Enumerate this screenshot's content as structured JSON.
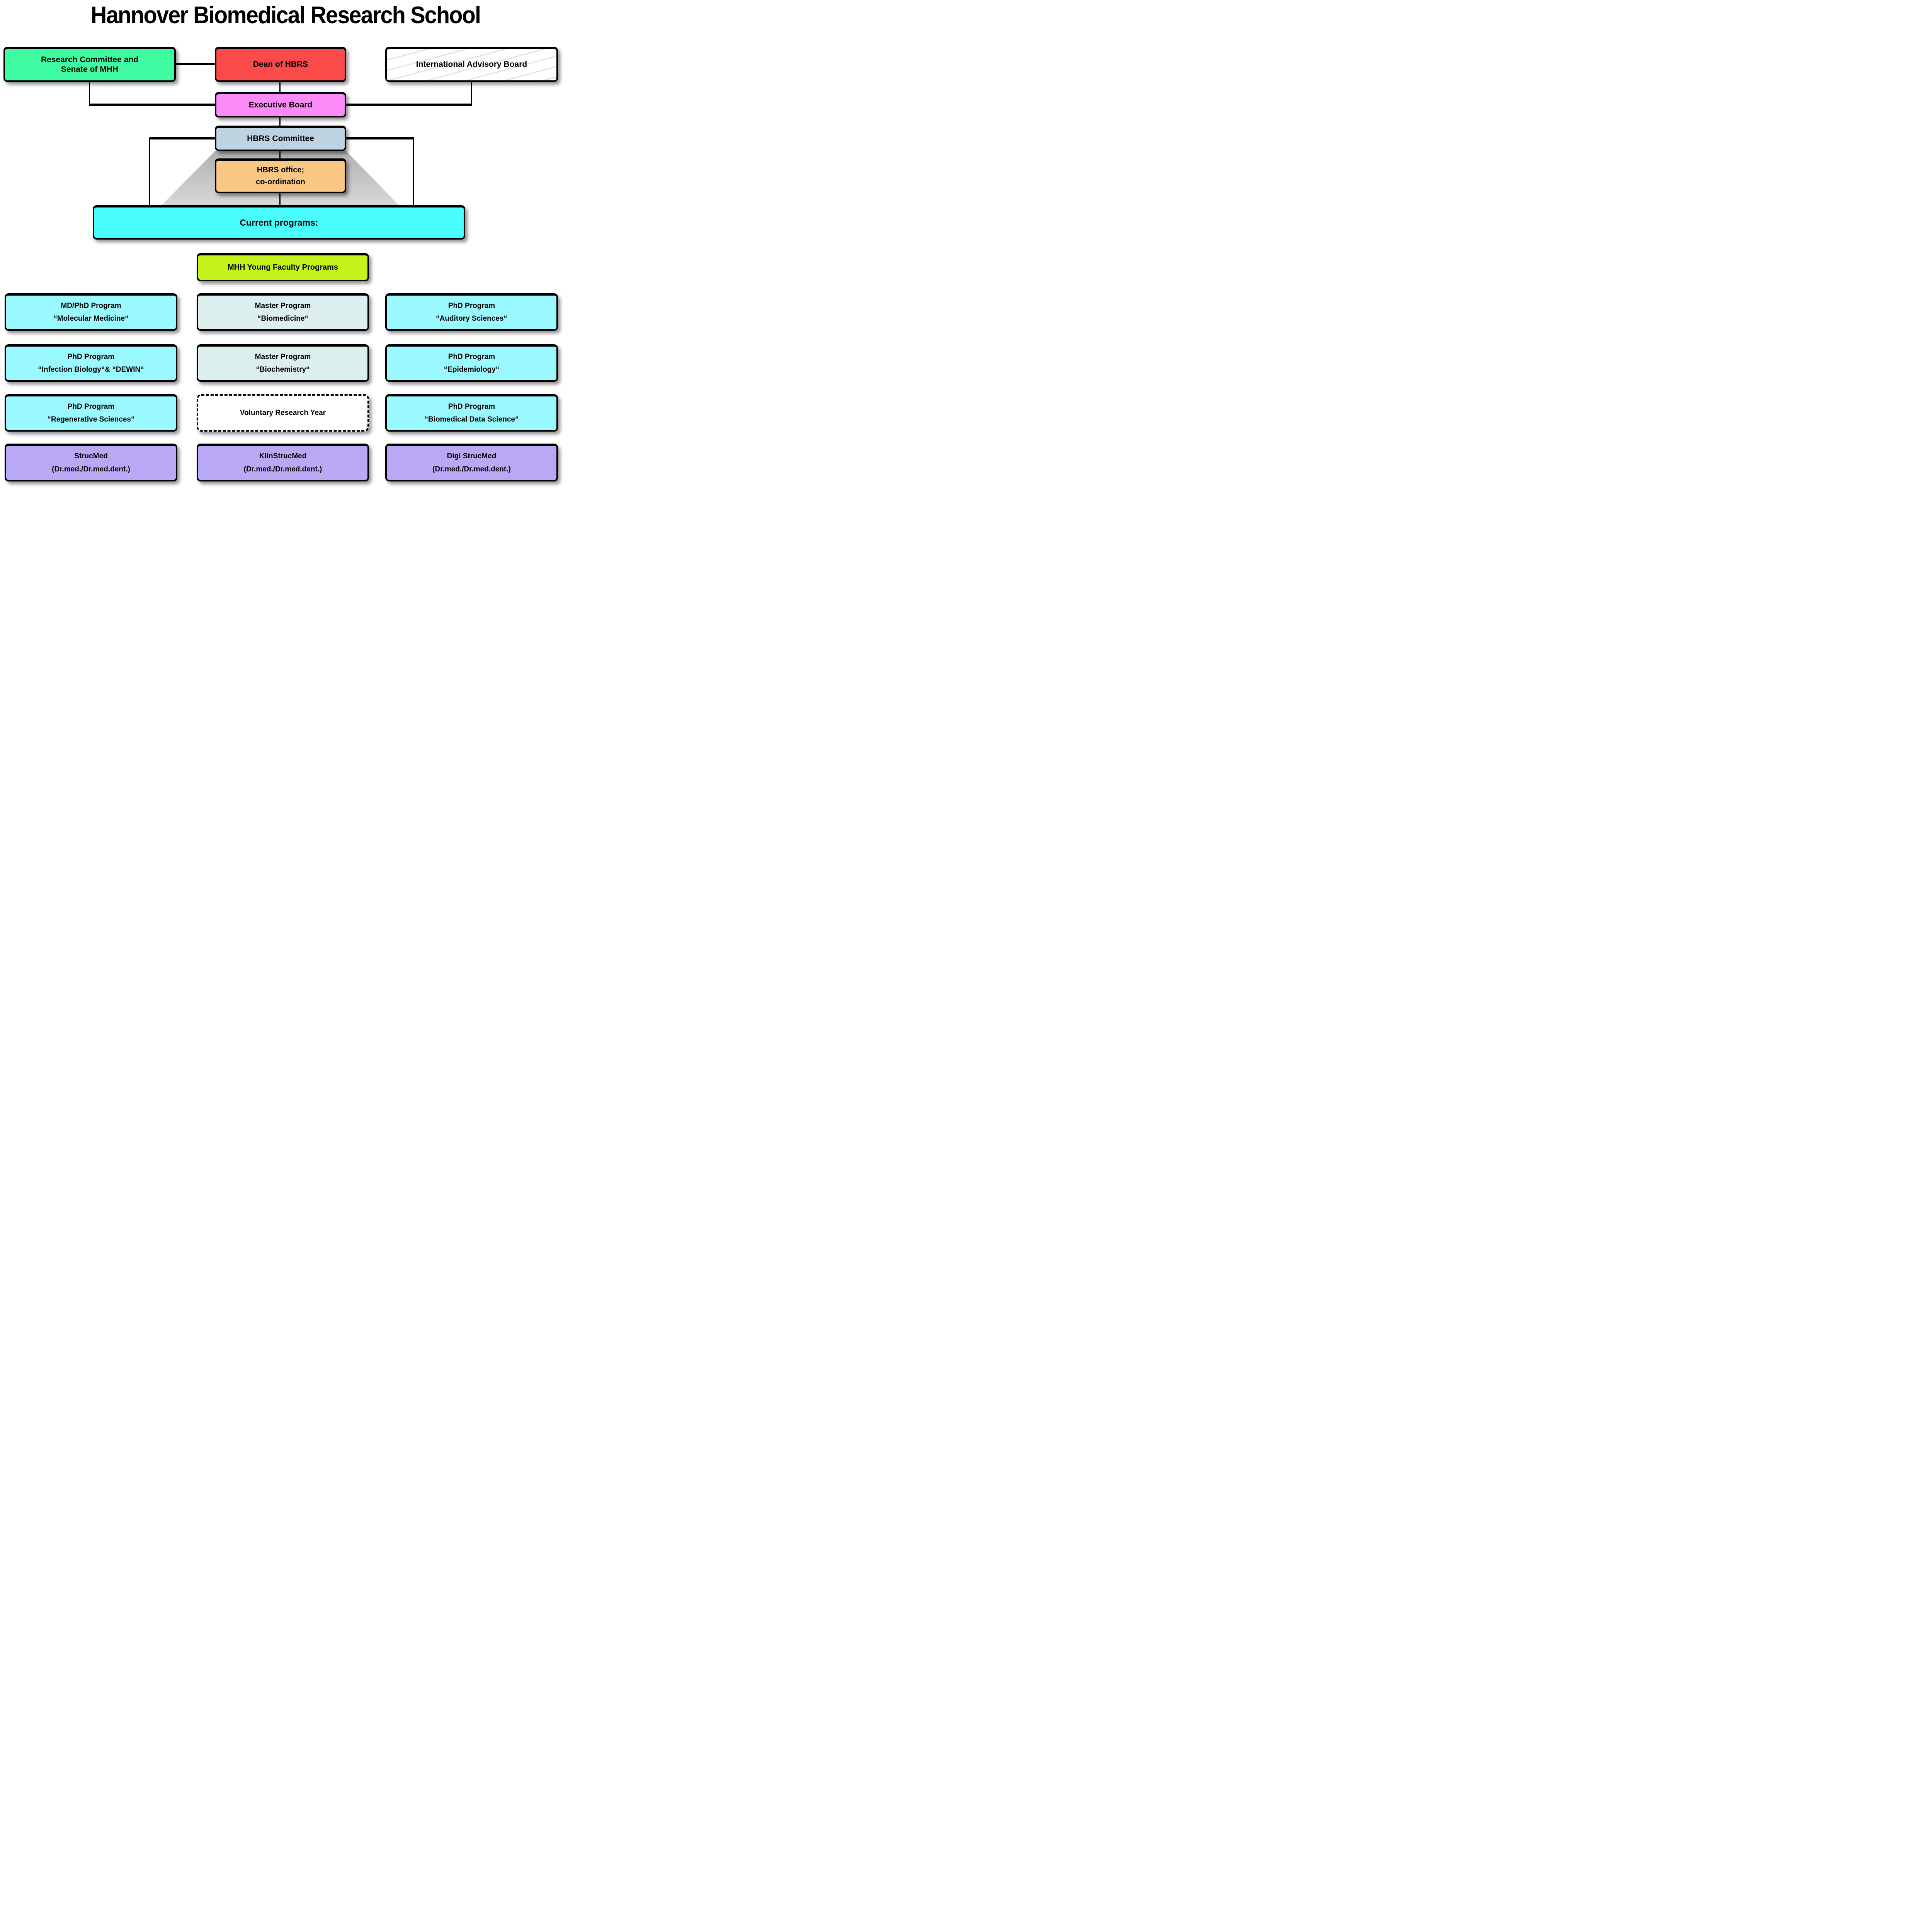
{
  "title": "Hannover Biomedical Research School",
  "nodes": {
    "research_committee": {
      "lines": [
        "Research Committee and",
        "Senate of MHH"
      ]
    },
    "dean": {
      "label": "Dean of HBRS"
    },
    "advisory_board": {
      "label": "International Advisory Board"
    },
    "executive_board": {
      "label": "Executive Board"
    },
    "hbrs_committee": {
      "label": "HBRS Committee"
    },
    "hbrs_office": {
      "lines": [
        "HBRS office;",
        "co-ordination"
      ]
    },
    "current_programs": {
      "label": "Current programs:"
    },
    "young_faculty": {
      "label": "MHH Young Faculty Programs"
    }
  },
  "programs": [
    {
      "lines": [
        "MD/PhD Program",
        "“Molecular Medicine“"
      ],
      "variant": "cyan"
    },
    {
      "lines": [
        "Master Program",
        "“Biomedicine“"
      ],
      "variant": "master"
    },
    {
      "lines": [
        "PhD Program",
        "“Auditory Sciences“"
      ],
      "variant": "cyan"
    },
    {
      "lines": [
        "PhD Program",
        "“Infection Biology“& “DEWIN“"
      ],
      "variant": "cyan"
    },
    {
      "lines": [
        "Master Program",
        "“Biochemistry“"
      ],
      "variant": "master"
    },
    {
      "lines": [
        "PhD Program",
        "“Epidemiology“"
      ],
      "variant": "cyan"
    },
    {
      "lines": [
        "PhD Program",
        "“Regenerative Sciences“"
      ],
      "variant": "cyan"
    },
    {
      "lines": [
        "Voluntary Research Year"
      ],
      "variant": "voluntary"
    },
    {
      "lines": [
        "PhD Program",
        "“Biomedical Data Science“"
      ],
      "variant": "cyan"
    },
    {
      "lines": [
        "StrucMed",
        "(Dr.med./Dr.med.dent.)"
      ],
      "variant": "strucmed"
    },
    {
      "lines": [
        "KlinStrucMed",
        "(Dr.med./Dr.med.dent.)"
      ],
      "variant": "strucmed"
    },
    {
      "lines": [
        "Digi StrucMed",
        "(Dr.med./Dr.med.dent.)"
      ],
      "variant": "strucmed"
    }
  ],
  "colors": {
    "research": "#3ffba1",
    "dean": "#fa4a4a",
    "advisory": "#ffffff",
    "executive": "#fc8bf7",
    "committee": "#bed3e2",
    "office": "#fbc784",
    "current": "#4bfefe",
    "young": "#c6f21b",
    "cyan": "#9af8ff",
    "master": "#dceeee",
    "voluntary": "#ffffff",
    "strucmed": "#b9a9f4"
  }
}
